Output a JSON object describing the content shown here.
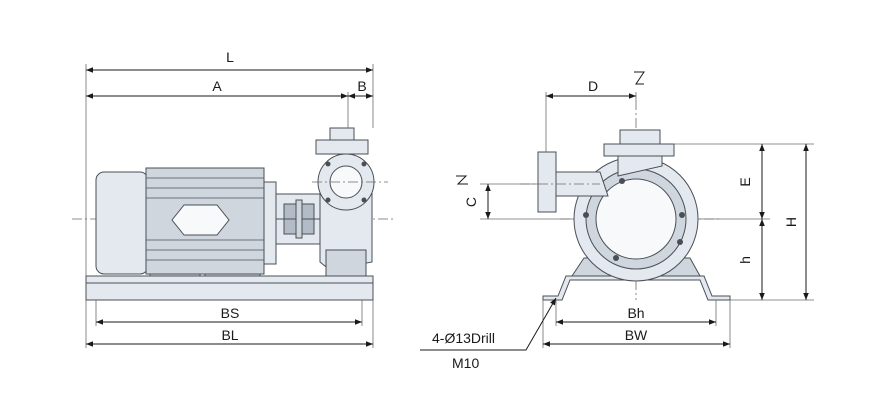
{
  "side_view": {
    "labels": {
      "L": "L",
      "A": "A",
      "B": "B",
      "BS": "BS",
      "BL": "BL"
    }
  },
  "front_view": {
    "labels": {
      "D": "D",
      "C": "C",
      "E": "E",
      "H": "H",
      "h": "h",
      "Bh": "Bh",
      "BW": "BW"
    },
    "callout": {
      "line1": "4-Ø13Drill",
      "line2": "M10"
    }
  },
  "colors": {
    "body_fill": "#e4e9ef",
    "shade_fill": "#cfd6de",
    "outline": "#4a4f57",
    "dimension": "#1a1a1a"
  }
}
